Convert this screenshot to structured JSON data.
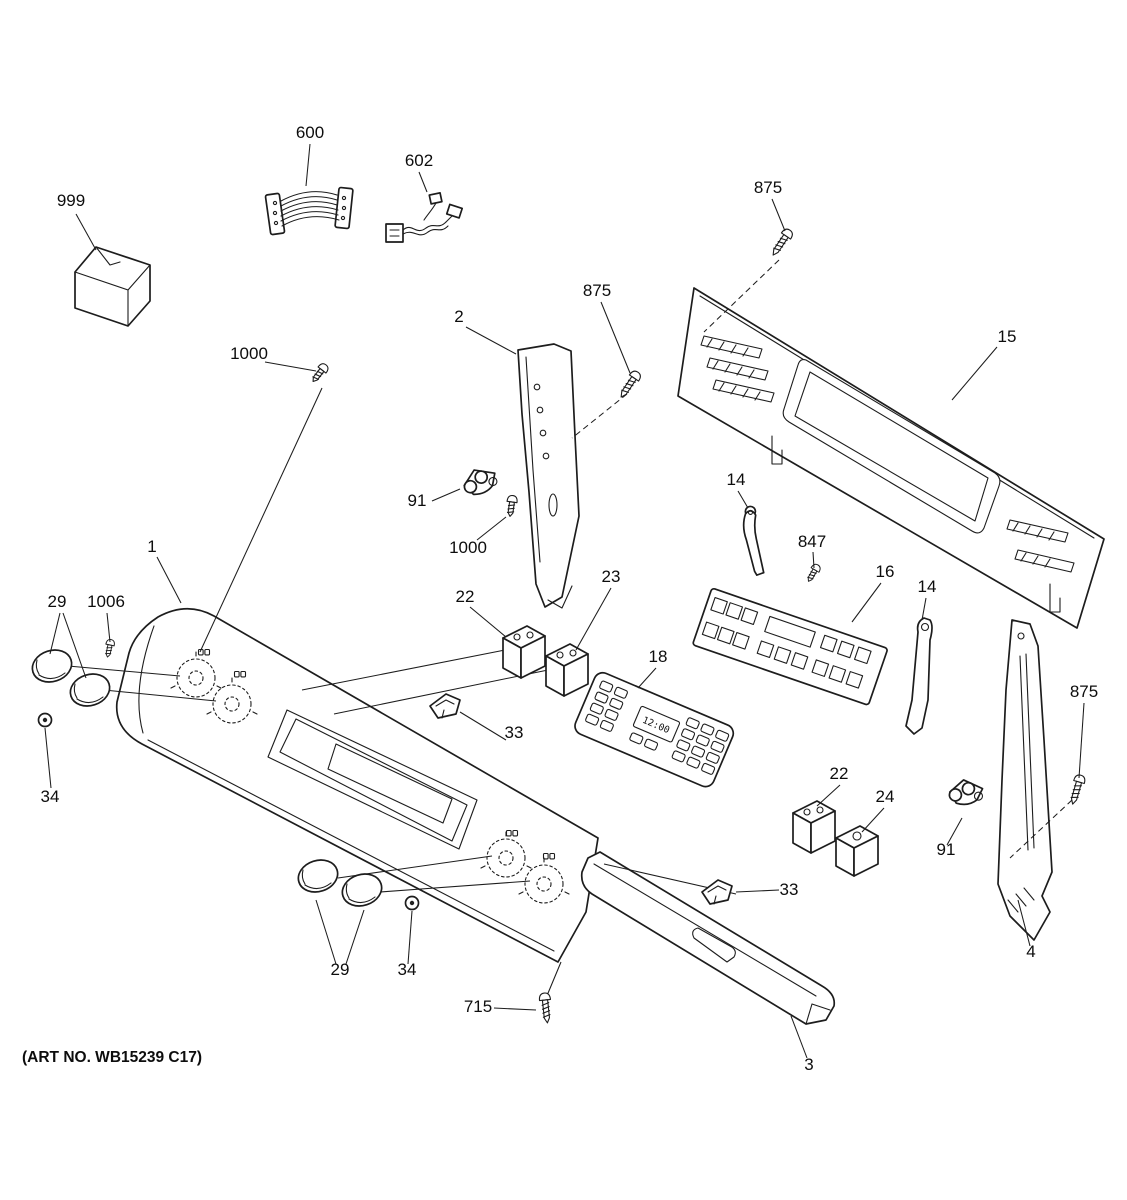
{
  "meta": {
    "art_no": "(ART NO. WB15239 C17)"
  },
  "display": {
    "clock": "12:00"
  },
  "callouts": {
    "p999": "999",
    "p600": "600",
    "p602": "602",
    "p875_top": "875",
    "p875_mid": "875",
    "p875_right": "875",
    "p2": "2",
    "p15": "15",
    "p91_left": "91",
    "p91_right": "91",
    "p1000_top": "1000",
    "p1000_mid": "1000",
    "p14_left": "14",
    "p14_right": "14",
    "p847": "847",
    "p16": "16",
    "p23": "23",
    "p22_top": "22",
    "p22_bottom": "22",
    "p24": "24",
    "p18": "18",
    "p1": "1",
    "p29_left": "29",
    "p29_bottom": "29",
    "p1006": "1006",
    "p34_left": "34",
    "p34_bottom": "34",
    "p33_top": "33",
    "p33_bottom": "33",
    "p4": "4",
    "p3": "3",
    "p715": "715"
  }
}
